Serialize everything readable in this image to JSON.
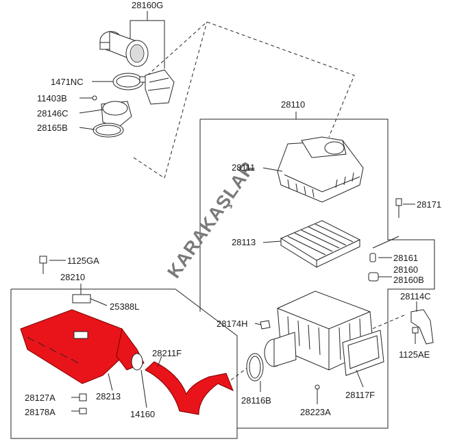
{
  "labels": {
    "p28160G": "28160G",
    "p1471NC": "1471NC",
    "p11403B": "11403B",
    "p28146C": "28146C",
    "p28165B": "28165B",
    "p28110": "28110",
    "p28111": "28111",
    "p28113": "28113",
    "p28171": "28171",
    "p28161": "28161",
    "p28160": "28160",
    "p28160B": "28160B",
    "p28114C": "28114C",
    "p1125AE": "1125AE",
    "p28174H": "28174H",
    "p1125GA": "1125GA",
    "p28210": "28210",
    "p25388L": "25388L",
    "p28211F": "28211F",
    "p28127A": "28127A",
    "p28178A": "28178A",
    "p28213": "28213",
    "p14160": "14160",
    "p28116B": "28116B",
    "p28223A": "28223A",
    "p28117F": "28117F"
  },
  "watermark": "KARAKAŞLAR",
  "colors": {
    "highlight": "#e8141a",
    "line": "#222222",
    "watermark": "#7a7a7a"
  }
}
